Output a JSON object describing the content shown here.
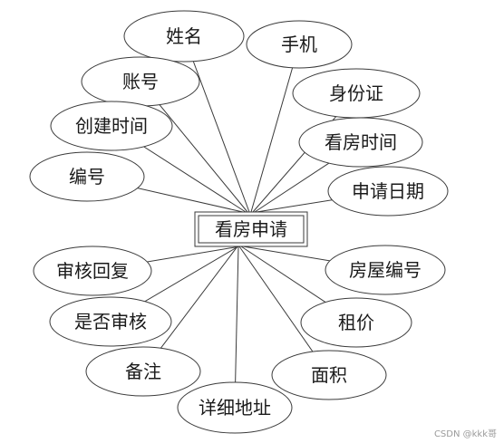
{
  "entity": {
    "label": "看房申请"
  },
  "attributes": [
    {
      "id": "xingming",
      "label": "姓名"
    },
    {
      "id": "shouji",
      "label": "手机"
    },
    {
      "id": "zhanghao",
      "label": "账号"
    },
    {
      "id": "shenfenzheng",
      "label": "身份证"
    },
    {
      "id": "chuangjianshijian",
      "label": "创建时间"
    },
    {
      "id": "kanfangshijian",
      "label": "看房时间"
    },
    {
      "id": "bianhao",
      "label": "编号"
    },
    {
      "id": "shenqingriqi",
      "label": "申请日期"
    },
    {
      "id": "shenhehuifu",
      "label": "审核回复"
    },
    {
      "id": "fangwubianhao",
      "label": "房屋编号"
    },
    {
      "id": "shifoushenhe",
      "label": "是否审核"
    },
    {
      "id": "zujia",
      "label": "租价"
    },
    {
      "id": "beizhu",
      "label": "备注"
    },
    {
      "id": "mianji",
      "label": "面积"
    },
    {
      "id": "xiangxidizhi",
      "label": "详细地址"
    }
  ],
  "watermark": "CSDN @kkk哥"
}
